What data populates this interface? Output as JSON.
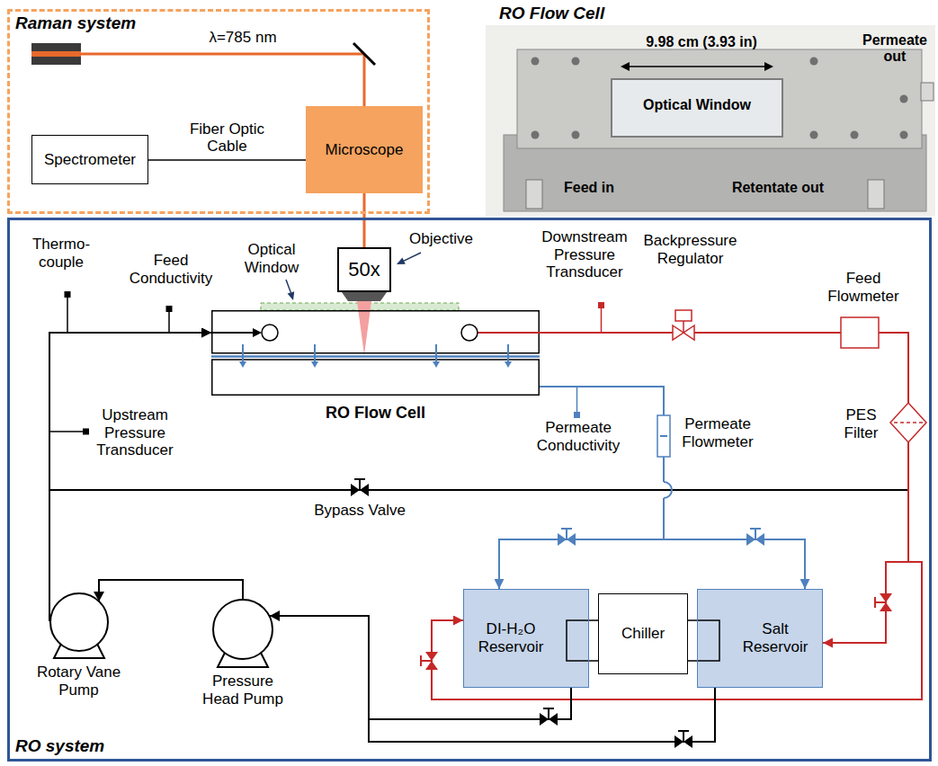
{
  "diagram": {
    "nodes": [
      {
        "text": [
          "Raman system"
        ]
      },
      {
        "text": [
          "Spectrometer"
        ],
        "in": 0
      },
      {
        "text": [
          "Microscope"
        ],
        "in": 0
      },
      {
        "text": [
          "RO system"
        ]
      },
      {
        "text": [
          "50x"
        ],
        "in": 3
      },
      {
        "text": [
          "RO Flow Cell"
        ],
        "in": 3
      },
      {
        "text": [
          "DI-H₂O Reservoir"
        ],
        "in": 3
      },
      {
        "text": [
          "Chiller"
        ],
        "in": 3
      },
      {
        "text": [
          "Salt Reservoir"
        ],
        "in": 3
      }
    ],
    "edges": [
      {
        "from": 1,
        "to": 2,
        "label": "Fiber Optic Cable",
        "arrow": "none"
      },
      {
        "from": 2,
        "to": 4,
        "arrow": "none"
      },
      {
        "from": 5,
        "to": 8,
        "arrow": "to"
      },
      {
        "from": 5,
        "to": 6,
        "arrow": "to"
      },
      {
        "from": 5,
        "to": 6,
        "arrow": "to"
      },
      {
        "from": 5,
        "to": 8,
        "arrow": "to"
      },
      {
        "from": 6,
        "to": 5,
        "arrow": "to"
      },
      {
        "from": 8,
        "to": 5,
        "arrow": "to"
      },
      {
        "from": 7,
        "to": 6,
        "arrow": "none"
      },
      {
        "from": 7,
        "to": 8,
        "arrow": "none"
      }
    ],
    "labels": [
      "RO Flow Cell",
      "9.98 cm (3.93 in)",
      "Permeate out",
      "λ=785 nm",
      "Optical Window",
      "Feed in",
      "Retentate out",
      "Thermo- couple",
      "Objective",
      "Downstream Pressure Transducer",
      "Backpressure Regulator",
      "Feed Conductivity",
      "Optical Window",
      "Feed Flowmeter",
      "Upstream Pressure Transducer",
      "PES Filter",
      "Permeate Conductivity",
      "Permeate Flowmeter",
      "Bypass Valve",
      "Rotary Vane Pump",
      "Pressure Head Pump"
    ]
  }
}
